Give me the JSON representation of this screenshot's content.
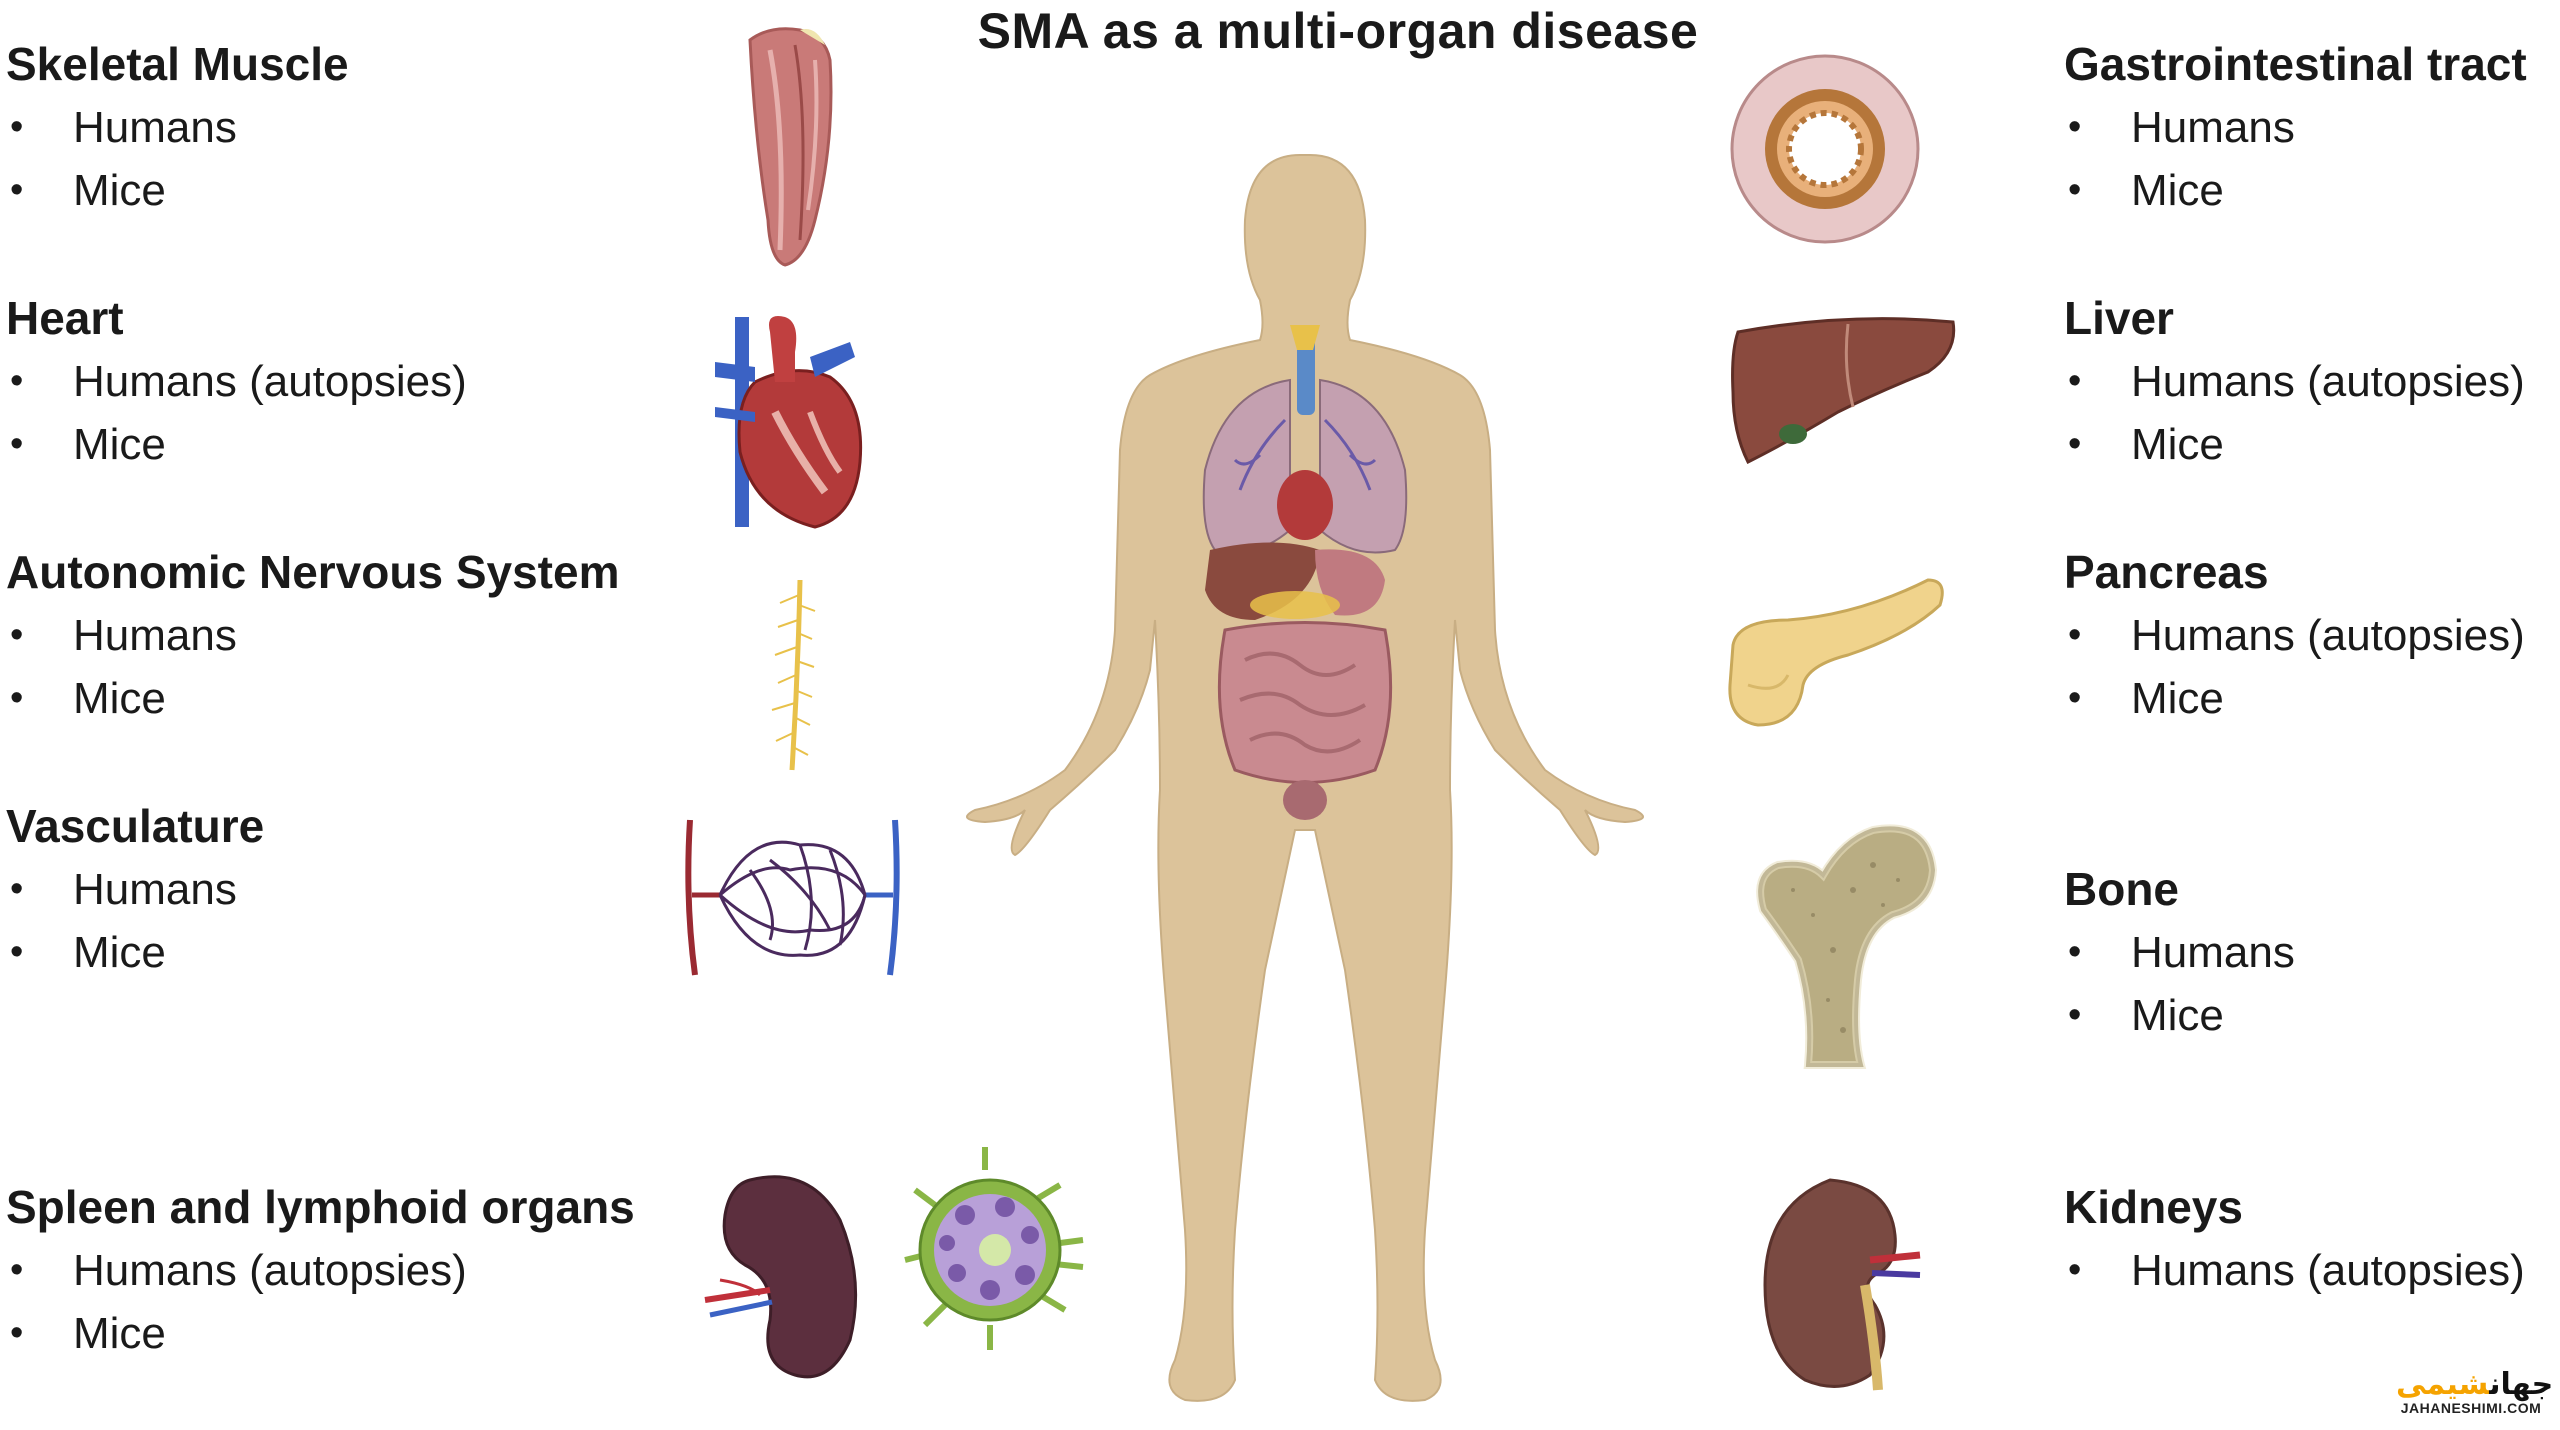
{
  "title": "SMA as a multi-organ disease",
  "left": [
    {
      "heading": "Skeletal Muscle",
      "items": [
        "Humans",
        "Mice"
      ]
    },
    {
      "heading": "Heart",
      "items": [
        "Humans (autopsies)",
        "Mice"
      ]
    },
    {
      "heading": "Autonomic Nervous System",
      "items": [
        "Humans",
        "Mice"
      ]
    },
    {
      "heading": "Vasculature",
      "items": [
        "Humans",
        "Mice"
      ]
    },
    {
      "heading": "Spleen and lymphoid organs",
      "items": [
        "Humans (autopsies)",
        "Mice"
      ]
    }
  ],
  "right": [
    {
      "heading": "Gastrointestinal tract",
      "items": [
        "Humans",
        "Mice"
      ]
    },
    {
      "heading": "Liver",
      "items": [
        "Humans (autopsies)",
        "Mice"
      ]
    },
    {
      "heading": "Pancreas",
      "items": [
        "Humans (autopsies)",
        "Mice"
      ]
    },
    {
      "heading": "Bone",
      "items": [
        "Humans",
        "Mice"
      ]
    },
    {
      "heading": "Kidneys",
      "items": [
        "Humans (autopsies)"
      ]
    }
  ],
  "bullet_glyph": "•",
  "watermark": {
    "logo_main": "جهان",
    "logo_accent": "شیمی",
    "site": "JAHANESHIMI.COM"
  },
  "colors": {
    "skin": "#dcc39a",
    "muscle": "#c97a78",
    "heart": "#b33a3a",
    "vein": "#3b62c4",
    "nerve": "#e8c14a",
    "liver": "#8a4a3e",
    "pancreas": "#f0d38c",
    "bone": "#b9ad83",
    "kidney": "#7a4a42",
    "spleen": "#5c2f3e",
    "lymph": "#8ab646"
  }
}
